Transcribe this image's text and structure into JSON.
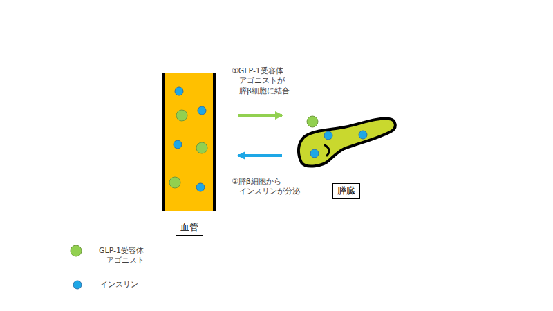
{
  "diagram": {
    "nodes": [
      {
        "text": [
          "血管"
        ]
      },
      {
        "text": [
          "膵臓"
        ]
      }
    ],
    "edges": [
      {
        "from": 0,
        "to": 1,
        "arrow": "to",
        "label": "①GLP-1受容体 アゴニストが 膵β細胞に結合"
      },
      {
        "from": 1,
        "to": 0,
        "arrow": "to",
        "label": "②膵β細胞から インスリンが分泌"
      }
    ],
    "legend": [
      {
        "text": "GLP-1受容体 アゴニスト",
        "color": "#92d050"
      },
      {
        "text": "インスリン",
        "color": "#1ea7e6"
      }
    ]
  }
}
